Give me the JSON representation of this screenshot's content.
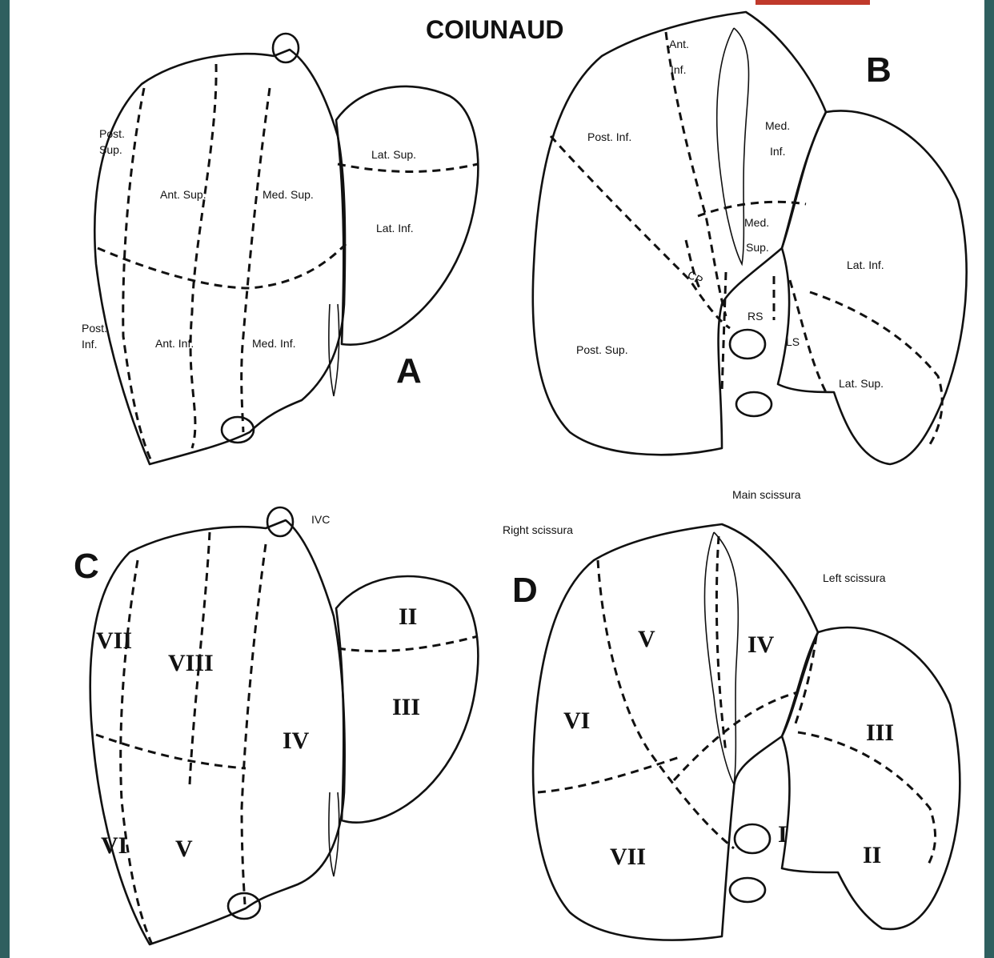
{
  "title": "COIUNAUD",
  "panels": {
    "a": {
      "letter": "A",
      "labels": {
        "post_sup": [
          "Post.",
          "Sup."
        ],
        "ant_sup": "Ant. Sup.",
        "med_sup": "Med. Sup.",
        "lat_sup": "Lat. Sup.",
        "lat_inf": "Lat. Inf.",
        "post_inf": [
          "Post.",
          "Inf."
        ],
        "ant_inf": "Ant. Inf.",
        "med_inf": "Med. Inf."
      }
    },
    "b": {
      "letter": "B",
      "labels": {
        "ant_inf": [
          "Ant.",
          "Inf."
        ],
        "post_inf": "Post. Inf.",
        "med_inf": [
          "Med.",
          "Inf."
        ],
        "med_sup": [
          "Med.",
          "Sup."
        ],
        "lat_inf": "Lat. Inf.",
        "cp": "CP",
        "rs": "RS",
        "ls": "LS",
        "post_sup": "Post. Sup.",
        "lat_sup": "Lat. Sup."
      }
    },
    "c": {
      "letter": "C",
      "ivc": "IVC",
      "segments": {
        "vii": "VII",
        "viii": "VIII",
        "ii": "II",
        "iii": "III",
        "iv": "IV",
        "vi": "VI",
        "v": "V"
      }
    },
    "d": {
      "letter": "D",
      "scissurae": {
        "main": "Main scissura",
        "right": "Right scissura",
        "left": "Left scissura"
      },
      "segments": {
        "v": "V",
        "iv": "IV",
        "vi": "VI",
        "iii": "III",
        "vii": "VII",
        "i": "I",
        "ii": "II"
      }
    }
  },
  "colors": {
    "background": "#2f5f5f",
    "accent": "#c0392b",
    "ink": "#111111"
  }
}
